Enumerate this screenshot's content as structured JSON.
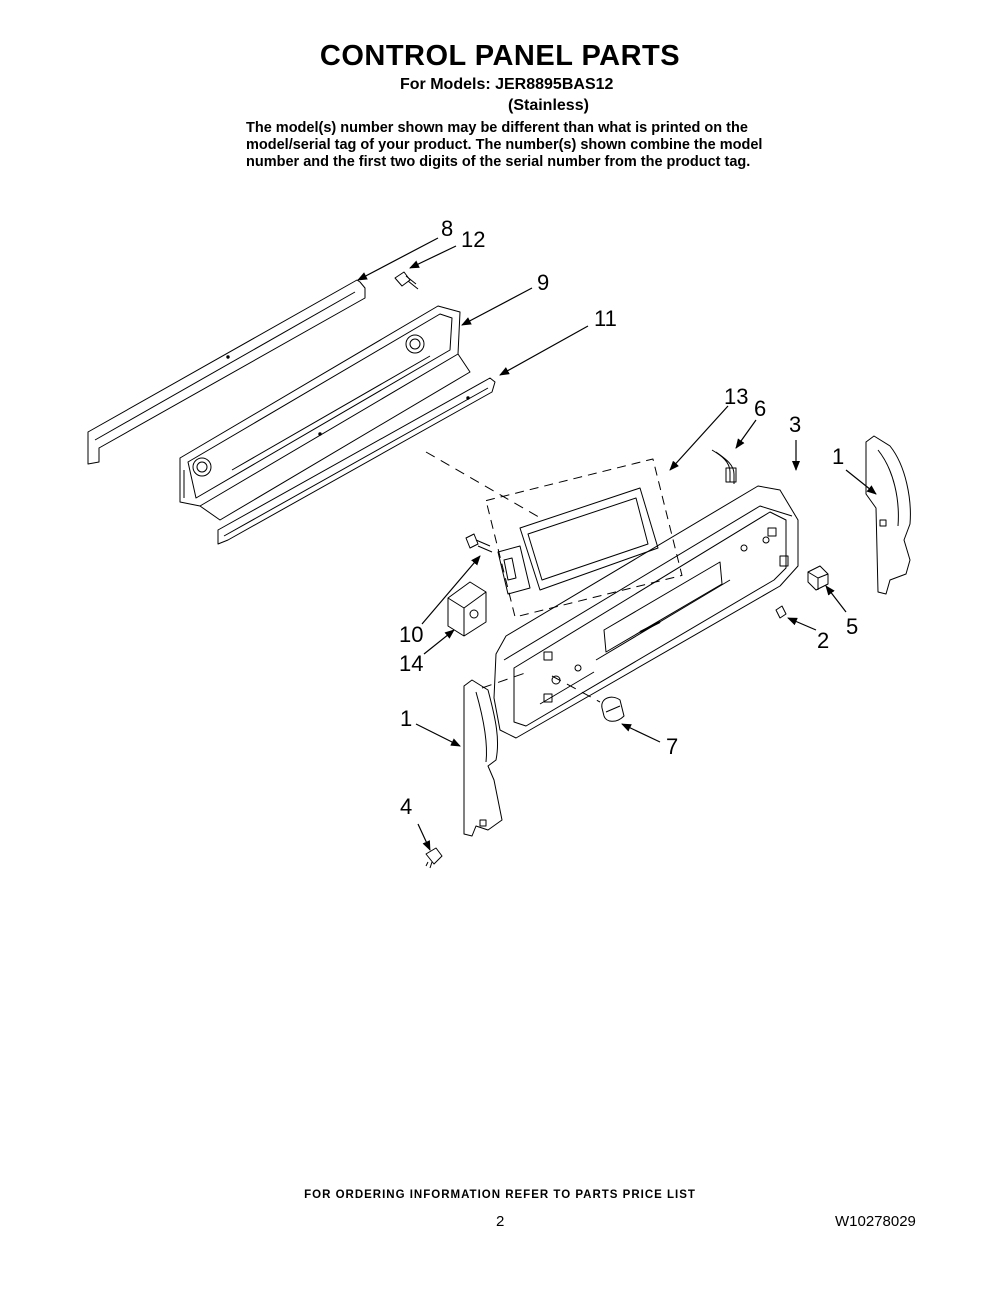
{
  "header": {
    "title": "CONTROL PANEL PARTS",
    "models_line": "For Models: JER8895BAS12",
    "variant": "(Stainless)",
    "note_lines": [
      "The model(s) number shown may be different than what is printed on the",
      "model/serial tag of your product. The number(s) shown combine the model",
      "number and the first two digits of the serial number from the product tag."
    ]
  },
  "callouts": {
    "c8": "8",
    "c12": "12",
    "c9": "9",
    "c11": "11",
    "c13": "13",
    "c6": "6",
    "c3": "3",
    "c1_right": "1",
    "c10": "10",
    "c14": "14",
    "c2": "2",
    "c5": "5",
    "c1_left": "1",
    "c7": "7",
    "c4": "4"
  },
  "footer": {
    "ordering": "FOR ORDERING INFORMATION REFER TO PARTS PRICE LIST",
    "page_number": "2",
    "document_number": "W10278029"
  }
}
